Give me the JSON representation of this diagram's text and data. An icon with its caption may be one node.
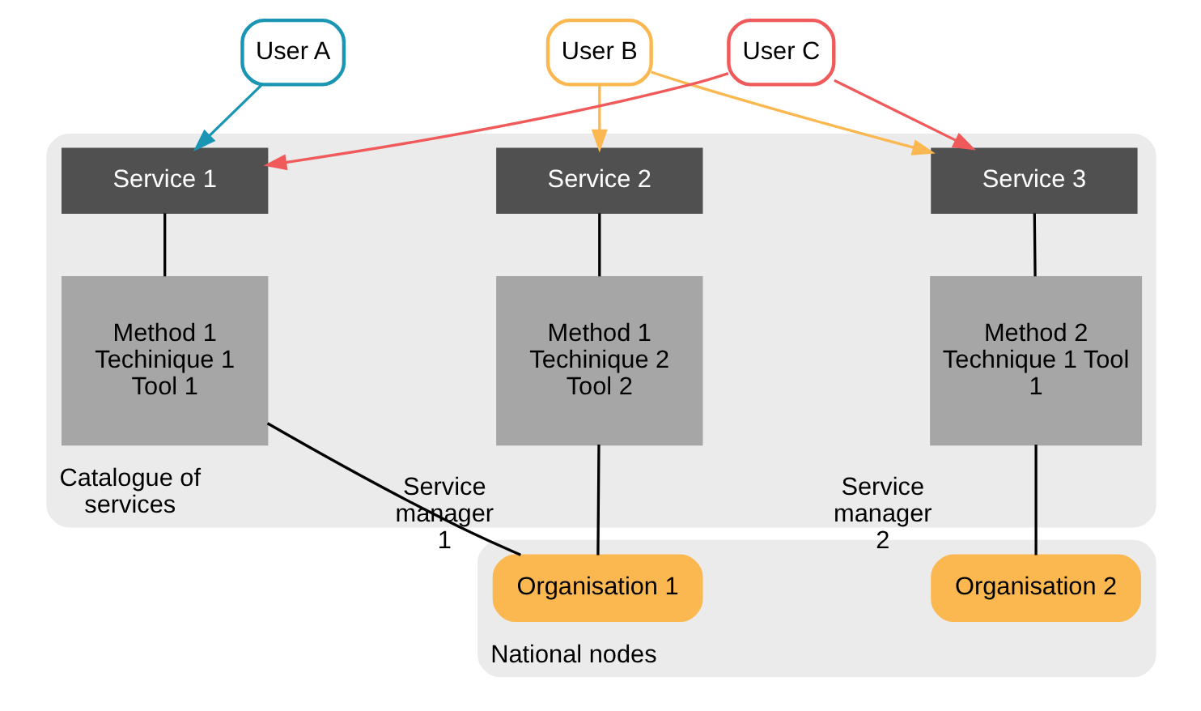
{
  "diagram": {
    "nodes": [
      {
        "text": [
          "Catalogue of services"
        ]
      },
      {
        "text": [
          "User A"
        ]
      },
      {
        "text": [
          "User B"
        ]
      },
      {
        "text": [
          "User C"
        ]
      },
      {
        "text": [
          "Service 1"
        ],
        "in": 0
      },
      {
        "text": [
          "Service 2"
        ],
        "in": 0
      },
      {
        "text": [
          "Service 3"
        ],
        "in": 0
      },
      {
        "text": [
          "Method 1 Techinique 1 Tool 1"
        ],
        "in": 0
      },
      {
        "text": [
          "Method 1 Techinique 2 Tool 2"
        ],
        "in": 0
      },
      {
        "text": [
          "Method 2 Technique 1 Tool 1"
        ],
        "in": 0
      },
      {
        "text": [
          "National nodes"
        ]
      },
      {
        "text": [
          "Organisation 1"
        ],
        "in": 10,
        "beside": [
          "Service manager 1"
        ]
      },
      {
        "text": [
          "Organisation 2"
        ],
        "in": 10,
        "beside": [
          "Service manager 2"
        ]
      }
    ],
    "edges": [
      {
        "from": 1,
        "to": 4,
        "arrow": "to",
        "color": "#1a96b4"
      },
      {
        "from": 3,
        "to": 4,
        "arrow": "to",
        "color": "#f05a5a"
      },
      {
        "from": 2,
        "to": 5,
        "arrow": "to",
        "color": "#fbb850"
      },
      {
        "from": 2,
        "to": 6,
        "arrow": "to",
        "color": "#fbb850"
      },
      {
        "from": 3,
        "to": 6,
        "arrow": "to",
        "color": "#f05a5a"
      },
      {
        "from": 4,
        "to": 7,
        "arrow": "none"
      },
      {
        "from": 5,
        "to": 8,
        "arrow": "none"
      },
      {
        "from": 6,
        "to": 9,
        "arrow": "none"
      },
      {
        "from": 7,
        "to": 11,
        "arrow": "none"
      },
      {
        "from": 8,
        "to": 11,
        "arrow": "none"
      },
      {
        "from": 9,
        "to": 12,
        "arrow": "none"
      }
    ]
  }
}
